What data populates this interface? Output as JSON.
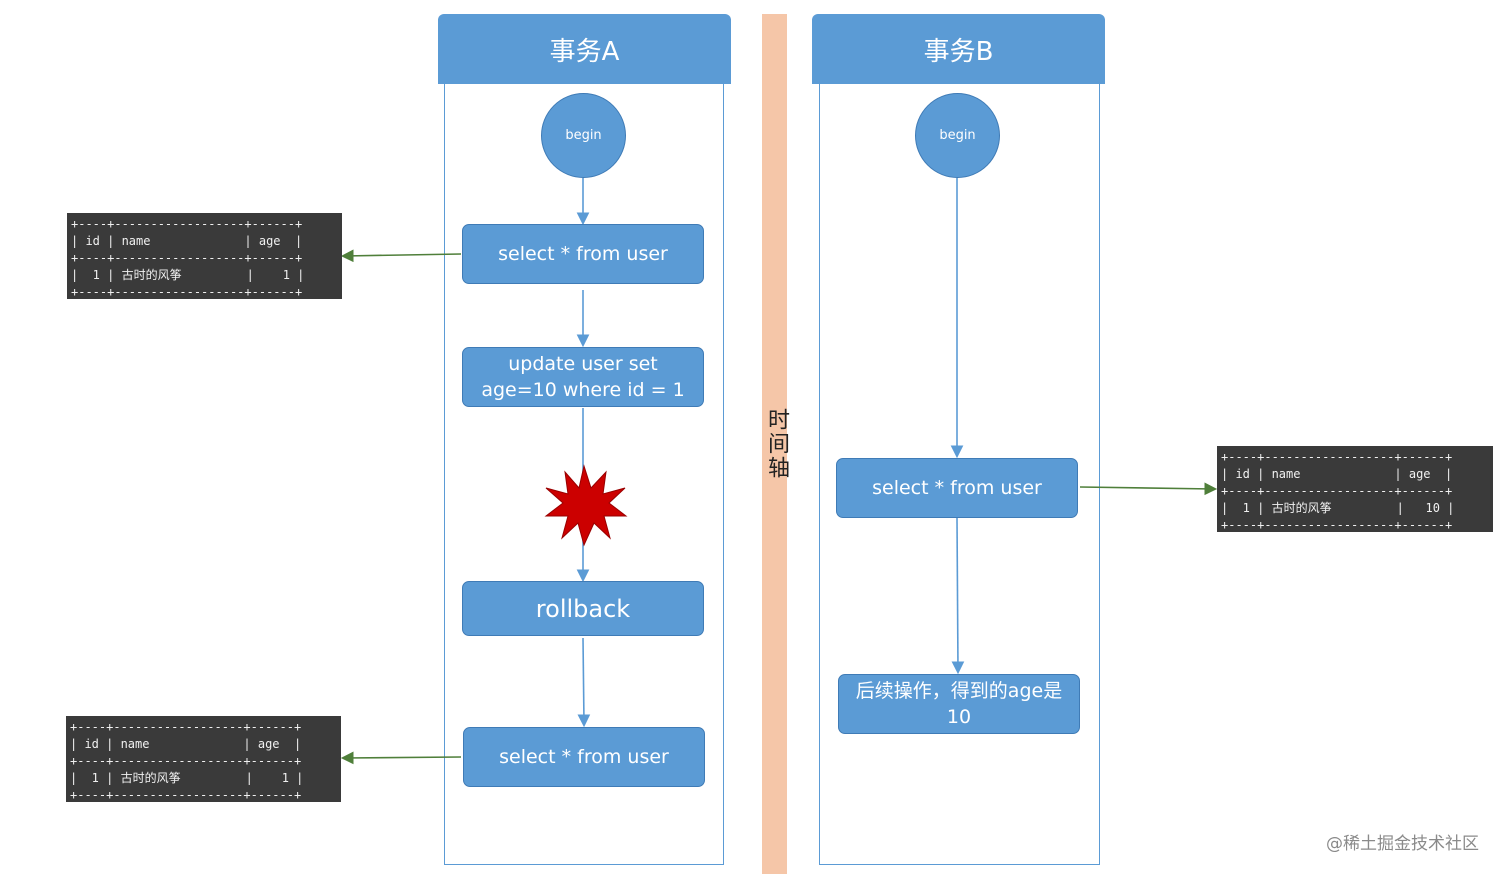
{
  "lane_a": {
    "title": "事务A",
    "begin": "begin",
    "step1": "select * from user",
    "step2": "update user set age=10 where id = 1",
    "step3": "rollback",
    "step4": "select * from user"
  },
  "lane_b": {
    "title": "事务B",
    "begin": "begin",
    "step1": "select * from user",
    "step2": "后续操作，得到的age是10"
  },
  "timeline": {
    "label": "时间轴"
  },
  "result_tables": {
    "a_first": "+----+------------------+------+\n| id | name             | age  |\n+----+------------------+------+\n|  1 | 古时的风筝         |    1 |\n+----+------------------+------+",
    "a_second": "+----+------------------+------+\n| id | name             | age  |\n+----+------------------+------+\n|  1 | 古时的风筝         |    1 |\n+----+------------------+------+",
    "b_first": "+----+------------------+------+\n| id | name             | age  |\n+----+------------------+------+\n|  1 | 古时的风筝         |   10 |\n+----+------------------+------+"
  },
  "watermark": "@稀土掘金技术社区",
  "colors": {
    "lane": "#5b9bd5",
    "timeline": "#f5c6a8",
    "connector": "#4f7f3a",
    "error_burst": "#cc0000",
    "console_bg": "#3a3a3a"
  },
  "icons": {
    "error": "explosion-burst-icon"
  }
}
